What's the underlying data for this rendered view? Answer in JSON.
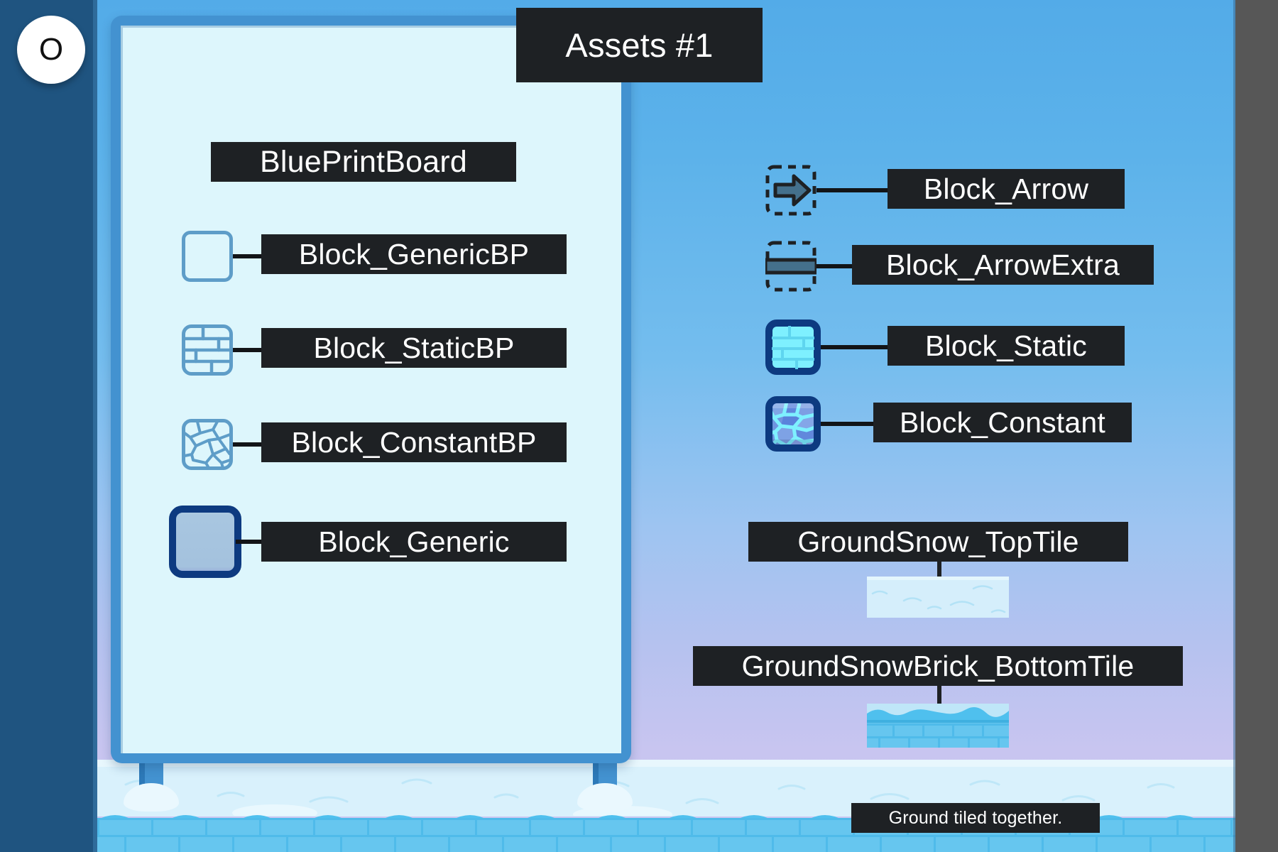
{
  "meta": {
    "title": "Assets #1",
    "badge_letter": "O"
  },
  "colors": {
    "tag_bg": "#1e2124",
    "tag_text": "#ffffff",
    "sidebar": "#1f5480",
    "gutter": "#575757",
    "sky_top": "#53abe8",
    "sky_bottom": "#cfc8f2",
    "board_frame": "#4392d0",
    "board_inner": "#ddf6fc",
    "blueprint_line": "#5e9dc8",
    "block_border": "#0d3a80",
    "block_fill": "#a8c6e0",
    "brick_cyan": "#7ef0ff",
    "ground_snow": "#d9f1fc",
    "ground_brick": "#66c6ef"
  },
  "board": {
    "heading": "BluePrintBoard",
    "items": [
      {
        "label": "Block_GenericBP",
        "icon": "blueprint-empty-square-icon"
      },
      {
        "label": "Block_StaticBP",
        "icon": "blueprint-brick-square-icon"
      },
      {
        "label": "Block_ConstantBP",
        "icon": "blueprint-cracked-square-icon"
      },
      {
        "label": "Block_Generic",
        "icon": "filled-block-square-icon"
      }
    ]
  },
  "blocks": [
    {
      "label": "Block_Arrow",
      "icon": "dashed-arrow-block-icon"
    },
    {
      "label": "Block_ArrowExtra",
      "icon": "dashed-bar-block-icon"
    },
    {
      "label": "Block_Static",
      "icon": "brick-block-icon"
    },
    {
      "label": "Block_Constant",
      "icon": "cracked-block-icon"
    }
  ],
  "tiles": [
    {
      "label": "GroundSnow_TopTile",
      "icon": "snow-top-tile-icon"
    },
    {
      "label": "GroundSnowBrick_BottomTile",
      "icon": "snow-brick-bottom-tile-icon"
    }
  ],
  "caption": "Ground tiled together."
}
